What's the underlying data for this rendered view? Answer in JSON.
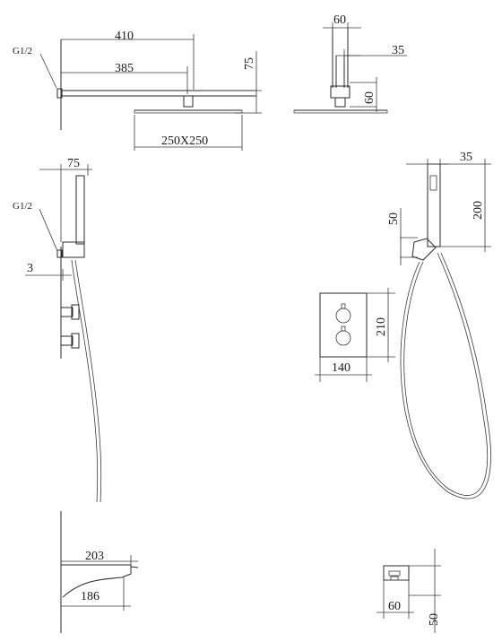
{
  "labels": {
    "thread_top": "G1/2",
    "thread_mid": "G1/2",
    "arm_410": "410",
    "arm_385": "385",
    "head_75": "75",
    "head_size": "250X250",
    "top_60": "60",
    "top_35": "35",
    "flange_60": "60",
    "hand_75": "75",
    "wall_3": "3",
    "hs_35": "35",
    "hs_200": "200",
    "hs_50": "50",
    "panel_210": "210",
    "panel_140": "140",
    "spout_203": "203",
    "spout_186": "186",
    "btm_60": "60",
    "btm_50": "50"
  },
  "colors": {
    "line": "#2a2a2a",
    "background": "#ffffff"
  }
}
